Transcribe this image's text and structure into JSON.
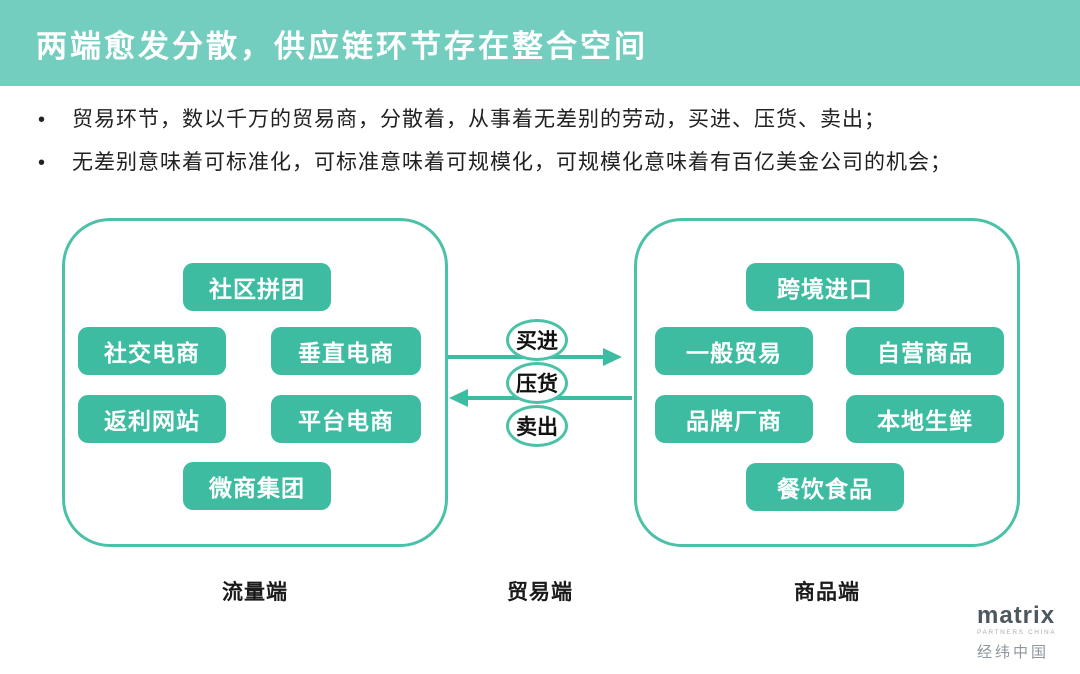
{
  "slide": {
    "title": "两端愈发分散，供应链环节存在整合空间",
    "bullet_marker": "•",
    "bullets": [
      "贸易环节，数以千万的贸易商，分散着，从事着无差别的劳动，买进、压货、卖出；",
      "无差别意味着可标准化，可标准意味着可规模化，可规模化意味着有百亿美金公司的机会；"
    ]
  },
  "diagram": {
    "left_panel": {
      "label": "流量端",
      "chips": [
        "社区拼团",
        "社交电商",
        "垂直电商",
        "返利网站",
        "平台电商",
        "微商集团"
      ]
    },
    "middle": {
      "label": "贸易端",
      "steps": [
        "买进",
        "压货",
        "卖出"
      ]
    },
    "right_panel": {
      "label": "商品端",
      "chips": [
        "跨境进口",
        "一般贸易",
        "自营商品",
        "品牌厂商",
        "本地生鲜",
        "餐饮食品"
      ]
    }
  },
  "logo": {
    "brand": "matrix",
    "sub": "PARTNERS CHINA",
    "chinese": "经纬中国"
  },
  "colors": {
    "header_bg": "#74cec0",
    "chip_bg": "#3ebca1",
    "panel_border": "#4bc1a8",
    "arrow": "#3ebca1",
    "title_text": "#ffffff",
    "body_text": "#212121",
    "logo_gray": "#4d575e"
  }
}
